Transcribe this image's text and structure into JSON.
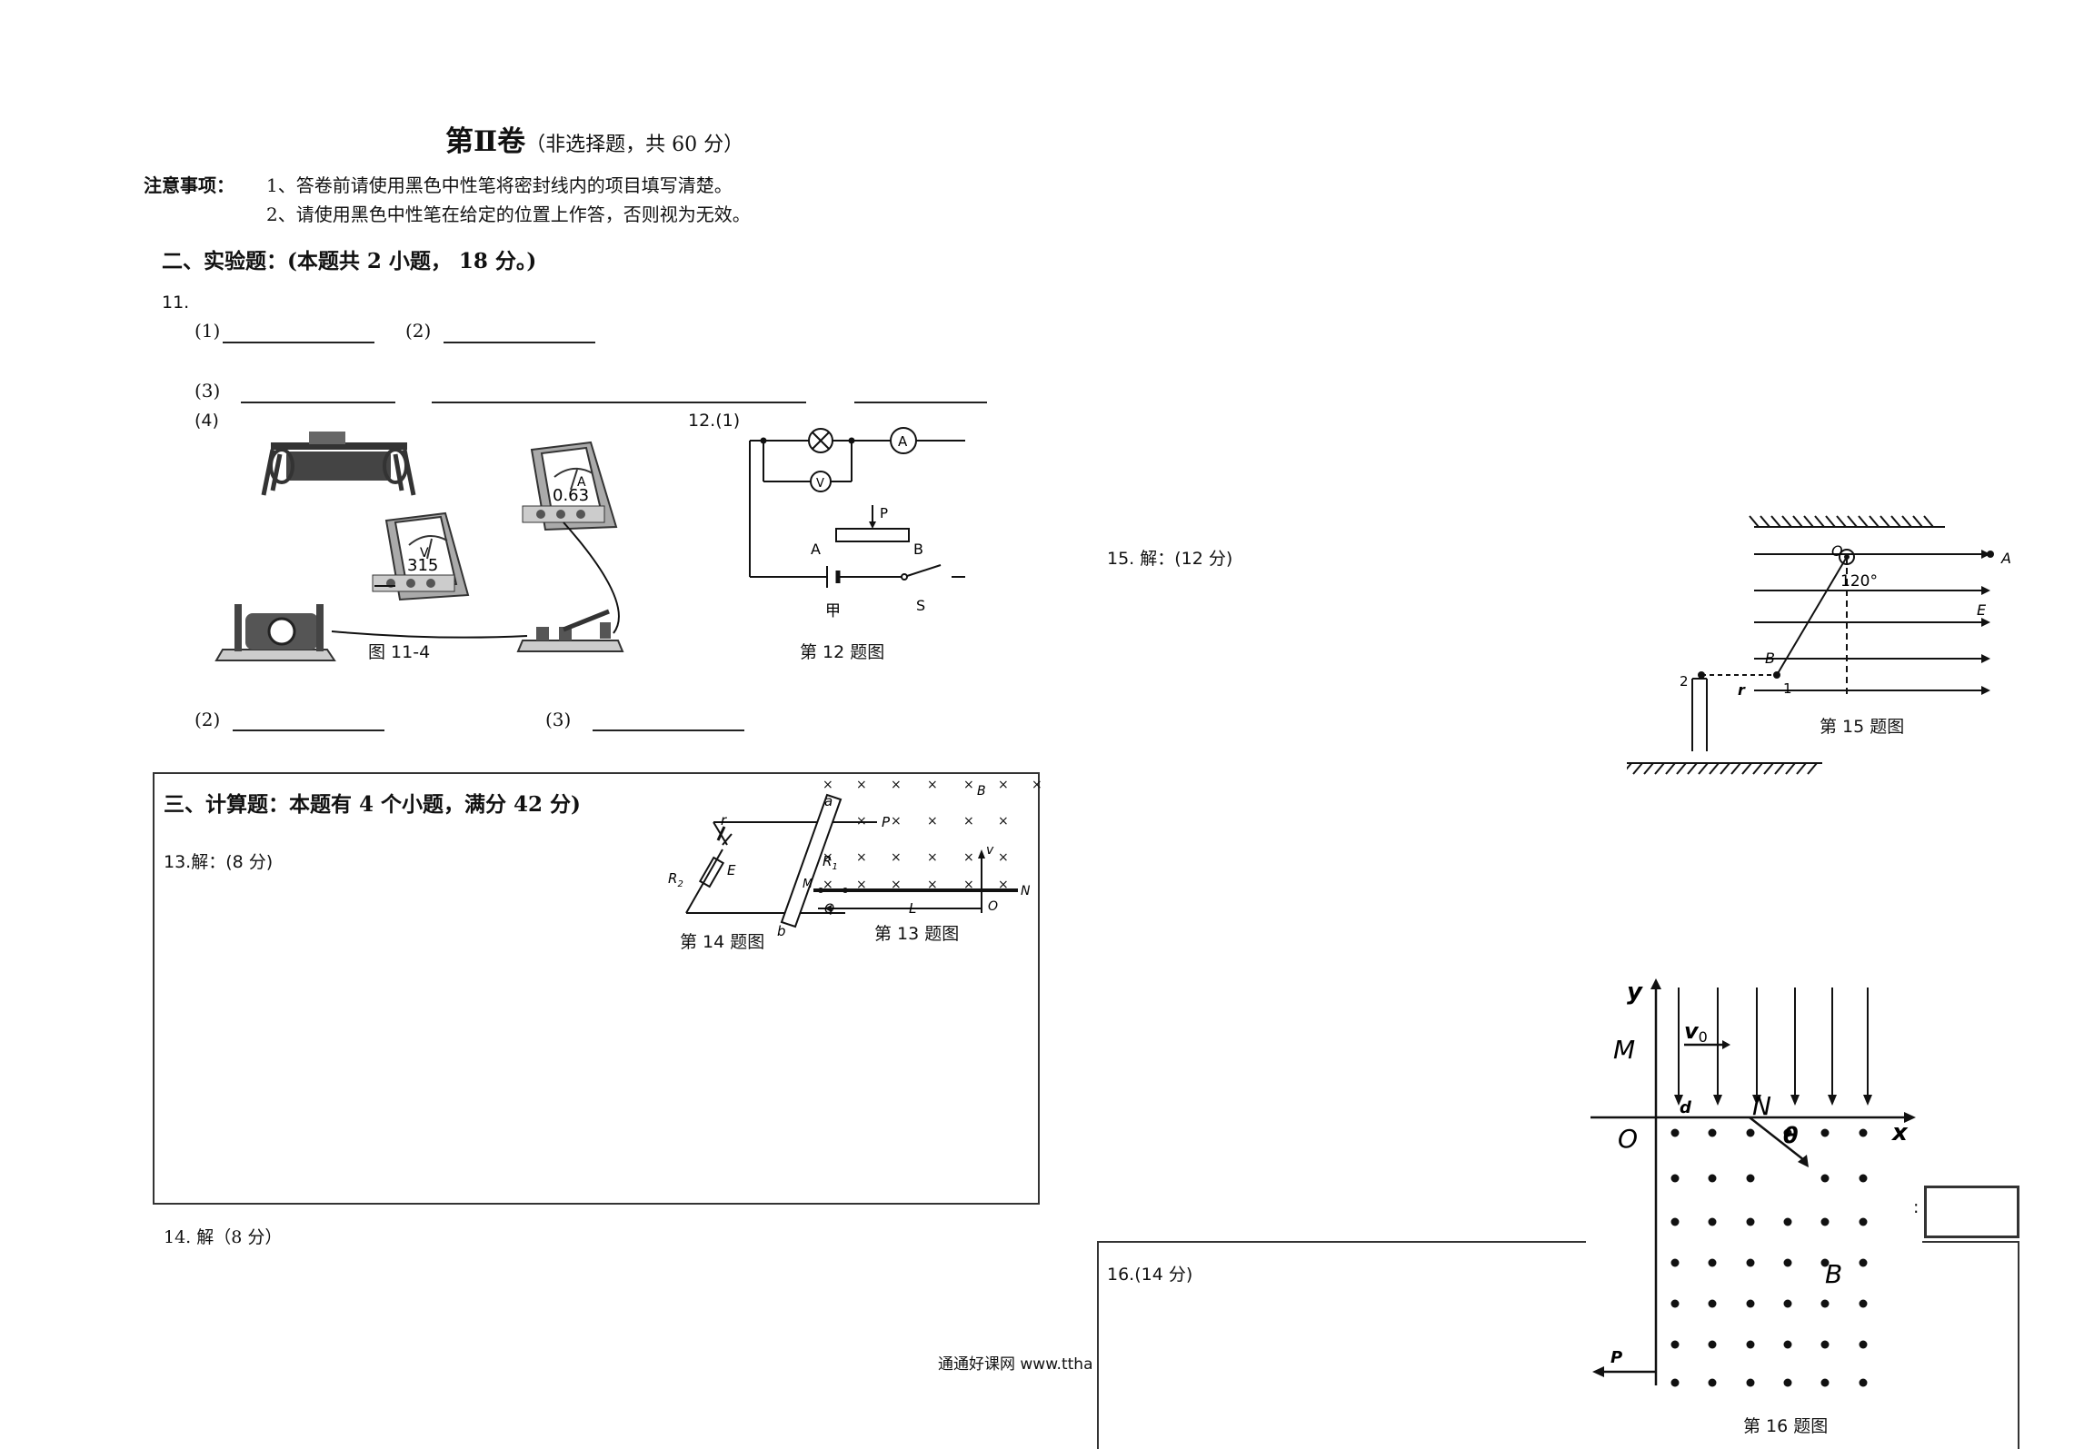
{
  "header": {
    "title_main": "第Ⅱ卷",
    "title_sub": "（非选择题，共 60 分）"
  },
  "notes": {
    "label": "注意事项：",
    "line1": "1、答卷前请使用黑色中性笔将密封线内的项目填写清楚。",
    "line2": "2、请使用黑色中性笔在给定的位置上作答，否则视为无效。"
  },
  "section2": {
    "heading": "二、实验题：(本题共 2 小题，  18 分。)"
  },
  "q11": {
    "number": "11.",
    "p1": "(1)",
    "p2": "(2)",
    "p3": "(3)",
    "p4": "(4)",
    "p2b": "(2)",
    "p3b": "(3)",
    "fig_caption": "图 11-4",
    "ammeter_letter": "A",
    "ammeter_scale": "0.63",
    "voltmeter_letter": "V",
    "voltmeter_scale": "315"
  },
  "q12": {
    "number": "12.(1)",
    "caption": "第 12 题图",
    "label_jia": "甲",
    "label_A": "A",
    "label_B": "B",
    "label_P": "P",
    "label_S": "S",
    "meter_A": "A",
    "meter_V": "V"
  },
  "section3": {
    "heading": "三、计算题：本题有 4 个小题，满分 42 分)"
  },
  "q13": {
    "label": "13.解：(8 分)",
    "caption": "第 13 题图",
    "lbl_L": "L",
    "lbl_O": "O",
    "lbl_N": "N",
    "lbl_M": "M",
    "lbl_Q": "Q",
    "lbl_v": "v",
    "lbl_P": "P",
    "lbl_B": "B"
  },
  "q14": {
    "label": "14. 解（8 分）",
    "caption": "第 14 题图",
    "lbl_r": "r",
    "lbl_E": "E",
    "lbl_R2": "R",
    "lbl_R2sub": "2",
    "lbl_R1": "R",
    "lbl_R1sub": "1",
    "lbl_a": "a",
    "lbl_b": "b"
  },
  "q15": {
    "label": "15. 解：(12 分)",
    "caption": "第 15 题图",
    "lbl_O": "O",
    "lbl_A": "A",
    "lbl_E": "E",
    "lbl_B": "B",
    "lbl_angle": "120°",
    "lbl_r": "r",
    "lbl_1": "1",
    "lbl_2": "2"
  },
  "q16": {
    "label": "16.(14 分)",
    "caption": "第 16 题图",
    "lbl_y": "y",
    "lbl_x": "x",
    "lbl_O": "O",
    "lbl_M": "M",
    "lbl_N": "N",
    "lbl_v0": "v",
    "lbl_v0sub": "0",
    "lbl_d": "d",
    "lbl_theta": "θ",
    "lbl_B": "B",
    "lbl_P": "P"
  },
  "footer": {
    "text": "通通好课网  www.ttha"
  },
  "score_box": {
    "colon": ":"
  }
}
